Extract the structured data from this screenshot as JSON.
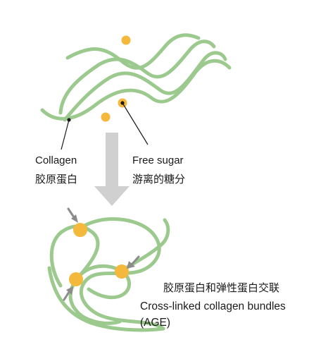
{
  "colors": {
    "fiber": "#9cc98e",
    "sugar": "#f4b83c",
    "arrow": "#d0d0d0",
    "pointer": "#8c8c8c",
    "text": "#1a1a1a"
  },
  "top_labels": {
    "collagen_en": "Collagen",
    "collagen_zh": "胶原蛋白",
    "sugar_en": "Free sugar",
    "sugar_zh": "游离的糖分"
  },
  "bottom_labels": {
    "zh": "胶原蛋白和弹性蛋白交联",
    "en_line1": "Cross-linked collagen bundles",
    "en_line2": "(AGE)"
  }
}
